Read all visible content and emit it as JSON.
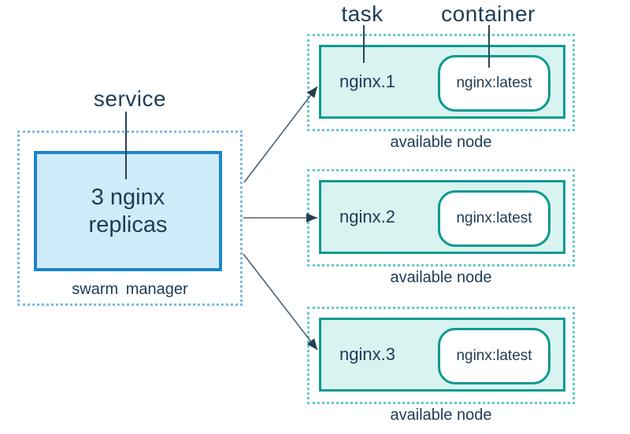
{
  "diagram": {
    "annotations": {
      "task_label": "task",
      "container_label": "container",
      "service_label": "service"
    },
    "manager": {
      "replicas_text": "3 nginx\nreplicas",
      "caption": "swarm manager"
    },
    "nodes": [
      {
        "task_name": "nginx.1",
        "container_image": "nginx:latest",
        "caption": "available node"
      },
      {
        "task_name": "nginx.2",
        "container_image": "nginx:latest",
        "caption": "available node"
      },
      {
        "task_name": "nginx.3",
        "container_image": "nginx:latest",
        "caption": "available node"
      }
    ],
    "colors": {
      "manager_box_border": "#1b87c9",
      "manager_box_fill": "#cfeaf9",
      "manager_dashed_border": "#7db8e3",
      "node_box_border": "#0a9a91",
      "node_box_fill": "#d8f3f0",
      "node_dashed_border": "#62cbc5",
      "text": "#1d3c55",
      "arrow_line": "#4d6275",
      "arrow_head": "#273d52"
    }
  }
}
